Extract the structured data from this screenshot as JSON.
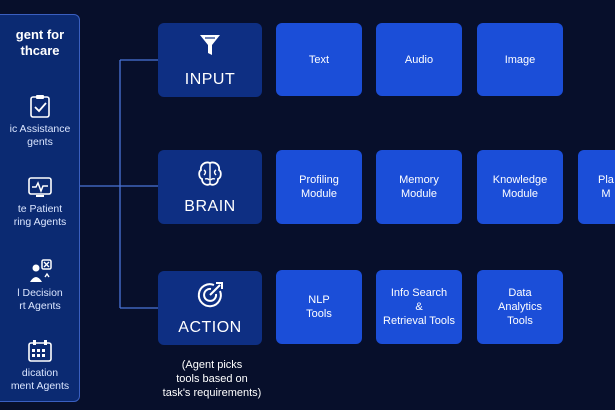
{
  "sidebar": {
    "title": "gent for\nthcare",
    "items": [
      {
        "icon": "clipboard-check-icon",
        "label": "ic Assistance\ngents"
      },
      {
        "icon": "heart-monitor-icon",
        "label": "te Patient\nring Agents"
      },
      {
        "icon": "decision-person-icon",
        "label": "l Decision\nrt Agents"
      },
      {
        "icon": "calendar-icon",
        "label": "dication\nment Agents"
      }
    ]
  },
  "groups": [
    {
      "name": "input",
      "label": "INPUT",
      "icon": "funnel-icon"
    },
    {
      "name": "brain",
      "label": "BRAIN",
      "icon": "brain-icon"
    },
    {
      "name": "action",
      "label": "ACTION",
      "icon": "target-cursor-icon"
    }
  ],
  "input_cards": [
    "Text",
    "Audio",
    "Image"
  ],
  "brain_cards": [
    "Profiling\nModule",
    "Memory\nModule",
    "Knowledge\nModule",
    "Pla\nM"
  ],
  "action_cards": [
    "NLP\nTools",
    "Info Search\n&\nRetrieval Tools",
    "Data\nAnalytics\nTools"
  ],
  "action_note": "(Agent picks\ntools based on\ntask's requirements)",
  "colors": {
    "background": "#070f2b",
    "panel": "#0b2a72",
    "group_box": "#0e2f83",
    "card": "#1b4ed8",
    "connector": "#4a74d8"
  }
}
